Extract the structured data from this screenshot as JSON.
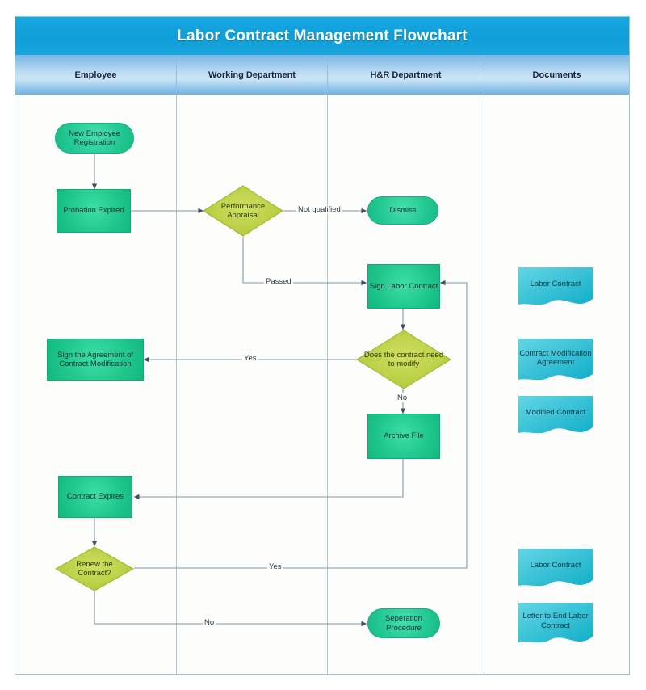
{
  "diagram": {
    "title": "Labor Contract Management Flowchart",
    "lanes": [
      {
        "label": "Employee"
      },
      {
        "label": "Working Department"
      },
      {
        "label": "H&R Department"
      },
      {
        "label": "Documents"
      }
    ],
    "colors": {
      "title_bar": "#0f9ed8",
      "lane_header": "#bcdcf2",
      "process_green": "#1ec68c",
      "decision_olive": "#b5cc3f",
      "document_cyan": "#2fc2d6",
      "connector": "#7f93a3",
      "frame_border": "#9fc3cf"
    },
    "nodes": [
      {
        "id": "new-employee-registration",
        "type": "terminator",
        "lane": "Employee",
        "label": "New Employee Registration"
      },
      {
        "id": "probation-expired",
        "type": "process",
        "lane": "Employee",
        "label": "Probation Expired"
      },
      {
        "id": "performance-appraisal",
        "type": "decision",
        "lane": "Working Department",
        "label": "Performance Appraisal"
      },
      {
        "id": "dismiss",
        "type": "terminator",
        "lane": "H&R Department",
        "label": "Dismiss"
      },
      {
        "id": "sign-labor-contract",
        "type": "process",
        "lane": "H&R Department",
        "label": "Sign Labor Contract"
      },
      {
        "id": "does-contract-need-modify",
        "type": "decision",
        "lane": "H&R Department",
        "label": "Does the contract need to modify"
      },
      {
        "id": "sign-agreement-modification",
        "type": "process",
        "lane": "Employee",
        "label": "Sign the Agreement of Contract Modification"
      },
      {
        "id": "archive-file",
        "type": "process",
        "lane": "H&R Department",
        "label": "Archive File"
      },
      {
        "id": "contract-expires",
        "type": "process",
        "lane": "Employee",
        "label": "Contract Expires"
      },
      {
        "id": "renew-the-contract",
        "type": "decision",
        "lane": "Employee",
        "label": "Renew the Contract?"
      },
      {
        "id": "seperation-procedure",
        "type": "terminator",
        "lane": "H&R Department",
        "label": "Seperation Procedure"
      }
    ],
    "documents": [
      {
        "id": "doc-labor-contract-1",
        "label": "Labor Contract"
      },
      {
        "id": "doc-contract-modification",
        "label": "Contract Modification Agreement"
      },
      {
        "id": "doc-modified-contract",
        "label": "Modified Contract"
      },
      {
        "id": "doc-labor-contract-2",
        "label": "Labor Contract"
      },
      {
        "id": "doc-letter-to-end",
        "label": "Letter to End Labor Contract"
      }
    ],
    "edge_labels": [
      {
        "id": "edge-not-qualified",
        "text": "Not qualified"
      },
      {
        "id": "edge-passed",
        "text": "Passed"
      },
      {
        "id": "edge-yes-modify",
        "text": "Yes"
      },
      {
        "id": "edge-no-modify",
        "text": "No"
      },
      {
        "id": "edge-yes-renew",
        "text": "Yes"
      },
      {
        "id": "edge-no-renew",
        "text": "No"
      }
    ]
  }
}
